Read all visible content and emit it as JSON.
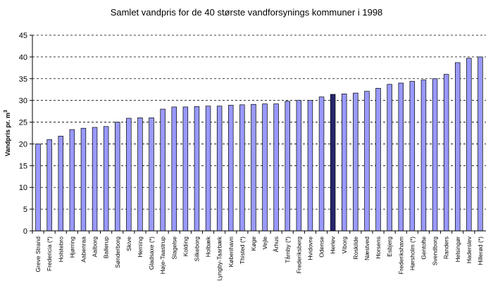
{
  "chart_data": {
    "type": "bar",
    "title": "Samlet vandpris for de 40 største vandforsynings kommuner i 1998",
    "xlabel": "",
    "ylabel_main": "Vandpris pr. m",
    "ylabel_sup": "3",
    "ylim": [
      0,
      45
    ],
    "yticks": [
      "0",
      "5",
      "10",
      "15",
      "20",
      "25",
      "30",
      "35",
      "40",
      "45"
    ],
    "grid": "horizontal-dashed",
    "highlight_category": "Herlev",
    "colors": {
      "bar": "#9999ff",
      "highlight": "#26266e",
      "grid": "#000000"
    },
    "categories": [
      "Greve Strand",
      "Fredericia (*)",
      "Holstebro",
      "Hjørring",
      "Aabenraa",
      "Aalborg",
      "Ballerup",
      "Sønderborg",
      "Skive",
      "Herning",
      "Gladsaxe (*)",
      "Høje-Taastrup",
      "Slagelse",
      "Kolding",
      "Silkeborg",
      "Holbæk",
      "Lyngby-Taarbæk",
      "København",
      "Thisted (*)",
      "Køge",
      "Vejle",
      "Århus",
      "Tårnby (*)",
      "Frederiksberg",
      "Hvidovre",
      "Odense",
      "Herlev",
      "Viborg",
      "Roskilde",
      "Næstved",
      "Horsens",
      "Esbjerg",
      "Frederikshavn",
      "Hørsholm (*)",
      "Gentofte",
      "Svendborg",
      "Randers",
      "Helsingør",
      "Haderslev",
      "Hillerød (*)"
    ],
    "values": [
      20.0,
      21.0,
      21.8,
      23.3,
      23.6,
      23.8,
      24.0,
      25.0,
      25.9,
      26.0,
      26.0,
      28.0,
      28.5,
      28.5,
      28.6,
      28.7,
      28.7,
      28.9,
      29.0,
      29.1,
      29.2,
      29.2,
      29.8,
      30.0,
      30.0,
      30.8,
      31.4,
      31.5,
      31.7,
      32.1,
      32.8,
      33.7,
      34.0,
      34.4,
      34.7,
      35.0,
      36.0,
      38.7,
      39.7,
      40.0
    ]
  }
}
